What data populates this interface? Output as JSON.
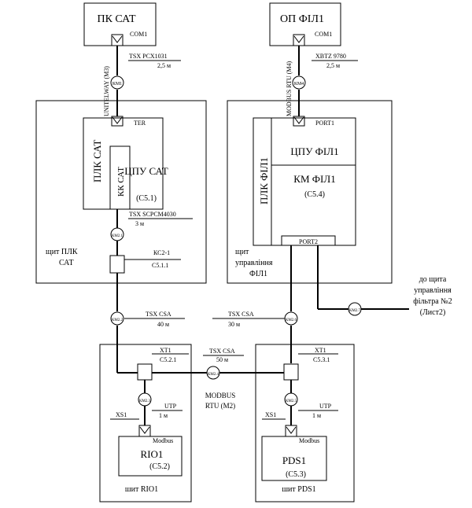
{
  "pk_sat": {
    "title": "ПК САТ",
    "port": "COM1"
  },
  "op_fil1": {
    "title": "ОП ФІЛ1",
    "port": "COM1"
  },
  "link_pk": {
    "cable": "TSX PCX1031",
    "length": "2,5 м",
    "protocol": "UNITELWAY (M3)",
    "km": "КМ1"
  },
  "link_op": {
    "cable": "XBTZ 9780",
    "length": "2,5 м",
    "protocol": "MODBUS RTU (M4)",
    "km": "КМ4"
  },
  "plc_sat": {
    "title": "ПЛК САТ",
    "ter_port": "TER",
    "kk": "КК САТ",
    "cpu": "ЦПУ САТ",
    "cpu_code": "(С5.1)",
    "cable": "TSX SCPCM4030",
    "length": "3 м",
    "km": "КМ2.1",
    "kc_label": "КС2-1",
    "kc_code": "С5.1.1",
    "cabinet": "щит ПЛК САТ"
  },
  "plc_fil1": {
    "title": "ПЛК ФІЛ1",
    "port1": "PORT1",
    "cpu": "ЦПУ ФІЛ1",
    "km": "КМ ФІЛ1",
    "km_code": "(С5.4)",
    "port2": "PORT2",
    "cabinet": "щит управління ФІЛ1"
  },
  "link_sat_rio": {
    "cable": "TSX CSA",
    "length": "40 м",
    "km": "КМ2.2"
  },
  "link_fil_pds": {
    "cable": "TSX CSA",
    "length": "30 м",
    "km": "КМ2.6"
  },
  "link_rio_pds": {
    "cable": "TSX CSA",
    "length": "50 м",
    "km": "КМ2.4",
    "protocol": "MODBUS RTU (M2)"
  },
  "link_ext": {
    "km": "КМ2.7",
    "text": "до щита управління фільтра №2 (Лист2)"
  },
  "rio1": {
    "xt": "XT1",
    "xt_code": "С5.2.1",
    "km": "КМ2.3",
    "cable": "UTP",
    "length": "1 м",
    "xs": "XS1",
    "port": "Modbus",
    "title": "RIO1",
    "code": "(С5.2)",
    "cabinet": "шит RIO1"
  },
  "pds1": {
    "xt": "XT1",
    "xt_code": "С5.3.1",
    "km": "КМ2.5",
    "cable": "UTP",
    "length": "1 м",
    "xs": "XS1",
    "port": "Modbus",
    "title": "PDS1",
    "code": "(С5.3)",
    "cabinet": "шит PDS1"
  }
}
